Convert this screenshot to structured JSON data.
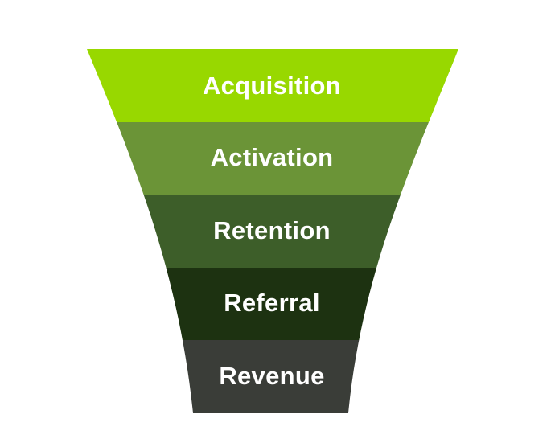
{
  "funnel": {
    "stages": [
      {
        "label": "Acquisition",
        "color": "#98d800"
      },
      {
        "label": "Activation",
        "color": "#6b9437"
      },
      {
        "label": "Retention",
        "color": "#3d5e29"
      },
      {
        "label": "Referral",
        "color": "#1d3211"
      },
      {
        "label": "Revenue",
        "color": "#3a3d38"
      }
    ]
  }
}
